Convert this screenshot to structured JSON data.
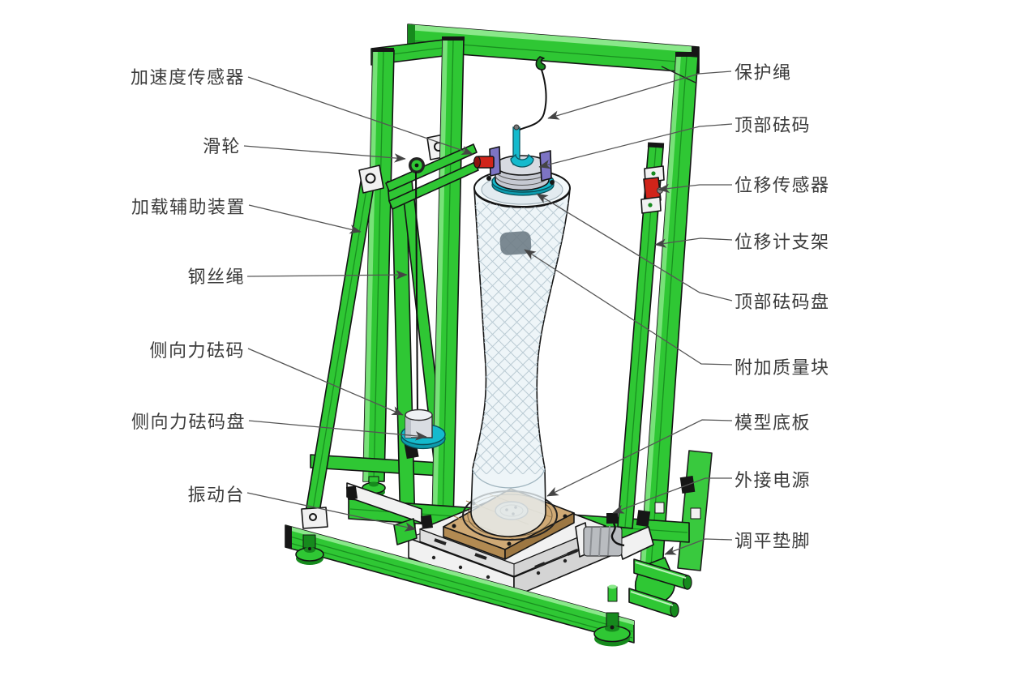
{
  "labels": {
    "left": [
      {
        "text": "加速度传感器"
      },
      {
        "text": "滑轮"
      },
      {
        "text": "加载辅助装置"
      },
      {
        "text": "钢丝绳"
      },
      {
        "text": "侧向力砝码"
      },
      {
        "text": "侧向力砝码盘"
      },
      {
        "text": "振动台"
      }
    ],
    "right": [
      {
        "text": "保护绳"
      },
      {
        "text": "顶部砝码"
      },
      {
        "text": "位移传感器"
      },
      {
        "text": "位移计支架"
      },
      {
        "text": "顶部砝码盘"
      },
      {
        "text": "附加质量块"
      },
      {
        "text": "模型底板"
      },
      {
        "text": "外接电源"
      },
      {
        "text": "调平垫脚"
      }
    ],
    "count": 16
  },
  "colors": {
    "frame_green": "#2fc734",
    "frame_green_dark": "#168a1d",
    "frame_green_light": "#8ae88a",
    "cyan": "#14bacd",
    "cyan_dark": "#0d9cae",
    "red": "#d0241a",
    "purple": "#7d74c4",
    "wood": "#cfa975",
    "wood_side": "#b28a52",
    "wood_side_dark": "#9d7742",
    "tower_fill": "#e9f2f6",
    "hatch": "#b5c6d0",
    "table_gray": "#ececec",
    "label_text": "#3c3c3c",
    "leader": "#555555"
  }
}
